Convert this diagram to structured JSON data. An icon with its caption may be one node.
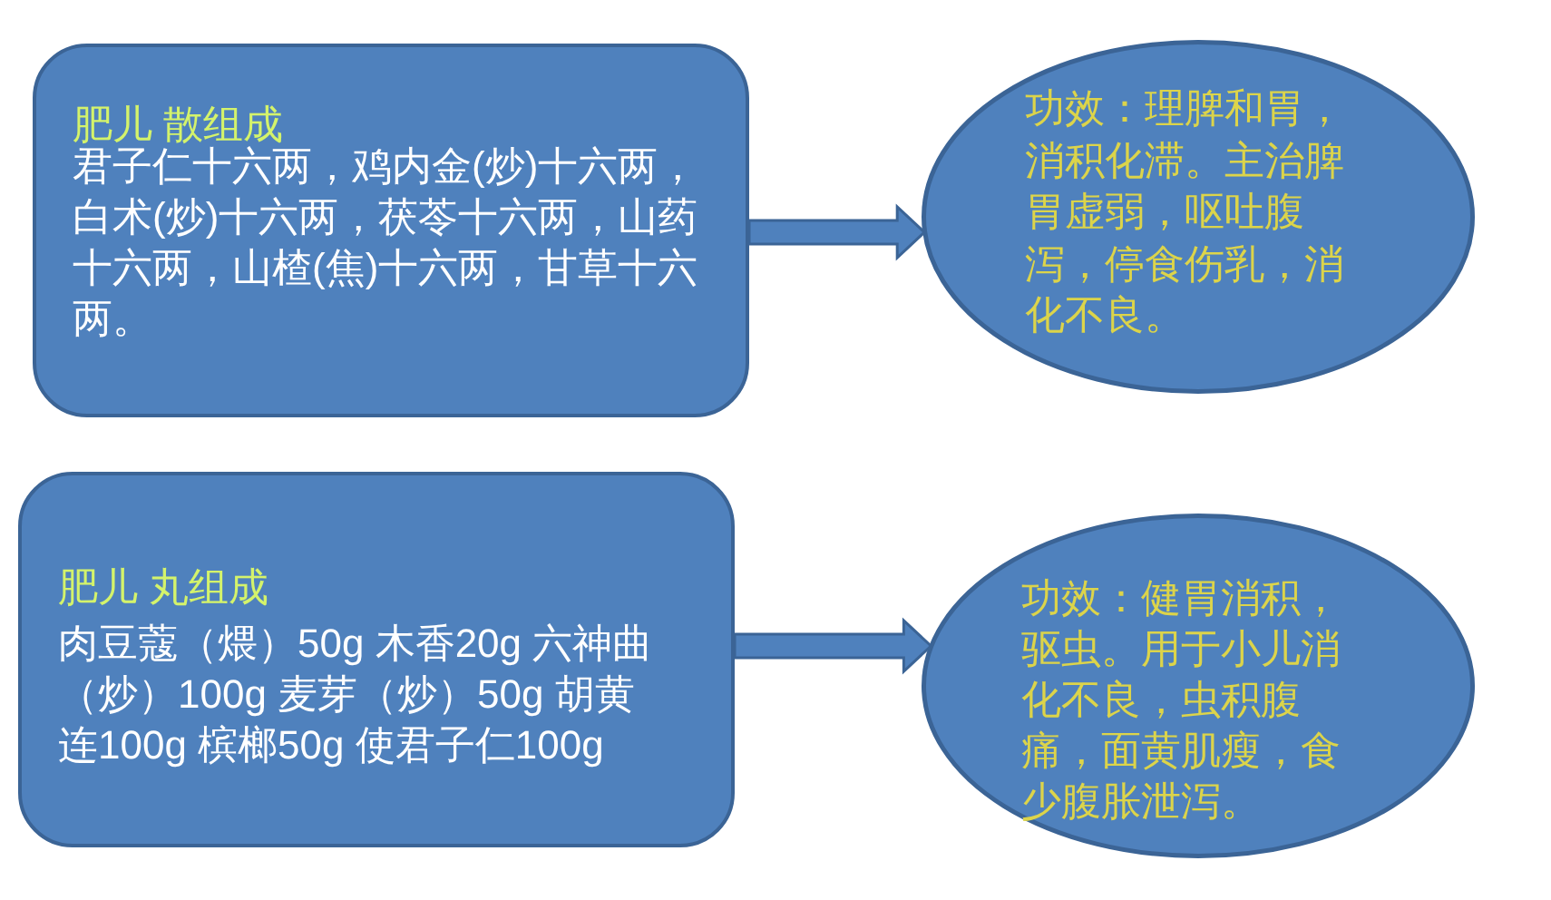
{
  "diagram": {
    "nodes": [
      {
        "text": [
          "肥儿 散组成",
          "君子仁十六两，鸡内金(炒)十六两，白术(炒)十六两，茯苓十六两，山药十六两，山楂(焦)十六两，甘草十六两。"
        ]
      },
      {
        "text": [
          "功效：理脾和胃，消积化滞。主治脾胃虚弱，呕吐腹泻，停食伤乳，消化不良。"
        ]
      },
      {
        "text": [
          "肥儿 丸组成",
          "肉豆蔻（煨）50g 木香20g 六神曲（炒）100g 麦芽（炒）50g 胡黄连100g 槟榔50g 使君子仁100g"
        ]
      },
      {
        "text": [
          "功效：健胃消积，驱虫。用于小儿消化不良，虫积腹痛，面黄肌瘦，食少腹胀泄泻。"
        ]
      }
    ],
    "edges": [
      {
        "from": 0,
        "to": 1,
        "arrow": "to"
      },
      {
        "from": 2,
        "to": 3,
        "arrow": "to"
      }
    ]
  }
}
